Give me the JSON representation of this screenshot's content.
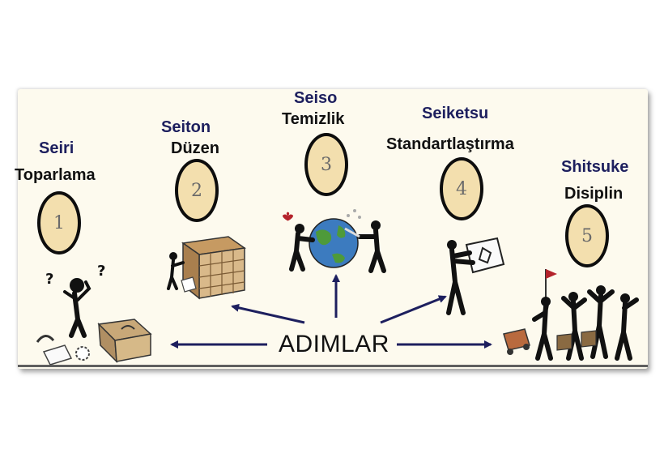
{
  "center_label": "ADIMLAR",
  "steps": [
    {
      "number": "1",
      "japanese": "Seiri",
      "turkish": "Toparlama"
    },
    {
      "number": "2",
      "japanese": "Seiton",
      "turkish": "Düzen"
    },
    {
      "number": "3",
      "japanese": "Seiso",
      "turkish": "Temizlik"
    },
    {
      "number": "4",
      "japanese": "Seiketsu",
      "turkish": "Standartlaştırma"
    },
    {
      "number": "5",
      "japanese": "Shitsuke",
      "turkish": "Disiplin"
    }
  ],
  "colors": {
    "japanese_text": "#1d1f5e",
    "oval_fill": "#f3dfae",
    "arrow": "#1d1f5e",
    "panel": "#fdfaee"
  }
}
